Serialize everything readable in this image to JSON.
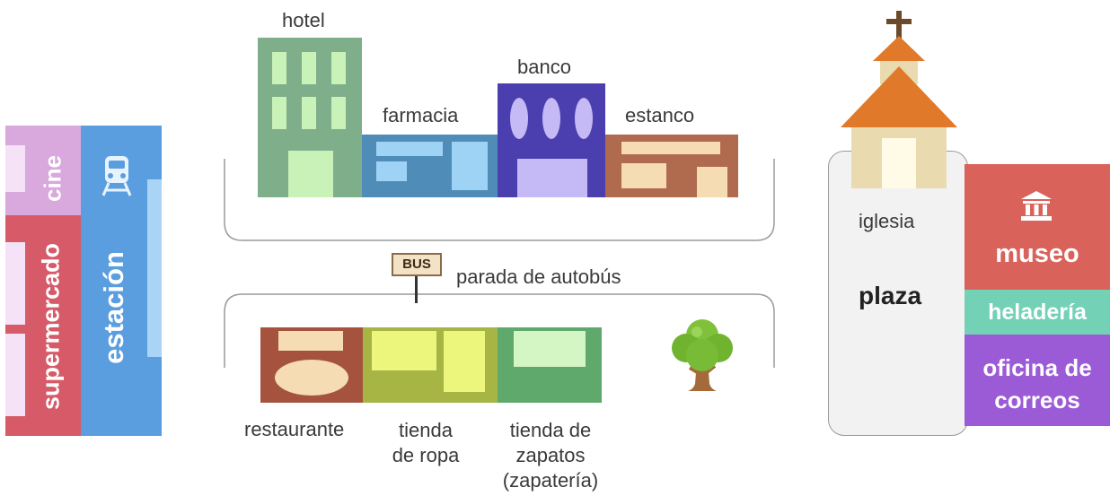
{
  "left_block": {
    "cine": "cine",
    "supermercado": "supermercado",
    "estacion": "estación"
  },
  "upper_street": {
    "hotel": "hotel",
    "farmacia": "farmacia",
    "banco": "banco",
    "estanco": "estanco"
  },
  "bus": {
    "sign": "BUS",
    "label": "parada de autobús"
  },
  "lower_street": {
    "restaurante": "restaurante",
    "tienda_ropa": [
      "tienda",
      "de ropa"
    ],
    "zapateria": [
      "tienda de",
      "zapatos",
      "(zapatería)"
    ]
  },
  "right_block": {
    "iglesia": "iglesia",
    "plaza": "plaza",
    "museo": "museo",
    "heladeria": "heladería",
    "correos": [
      "oficina de",
      "correos"
    ]
  },
  "colors": {
    "cine": "#d9a8dc",
    "supermercado": "#d65a67",
    "estacion": "#5b9ee0",
    "hotel": "#7fae8a",
    "farmacia": "#4f8db8",
    "banco": "#4b3fb0",
    "estanco": "#b06b4f",
    "restaurante": "#a5533f",
    "tienda_ropa": "#a7b544",
    "zapateria": "#5fa96c",
    "museo": "#d9625a",
    "heladeria": "#73d1b6",
    "correos": "#9b5ad6",
    "roof": "#e07a2a",
    "church_wall": "#eadab0"
  },
  "icons": [
    "train-icon",
    "museum-icon",
    "tree-icon",
    "cross-icon"
  ]
}
